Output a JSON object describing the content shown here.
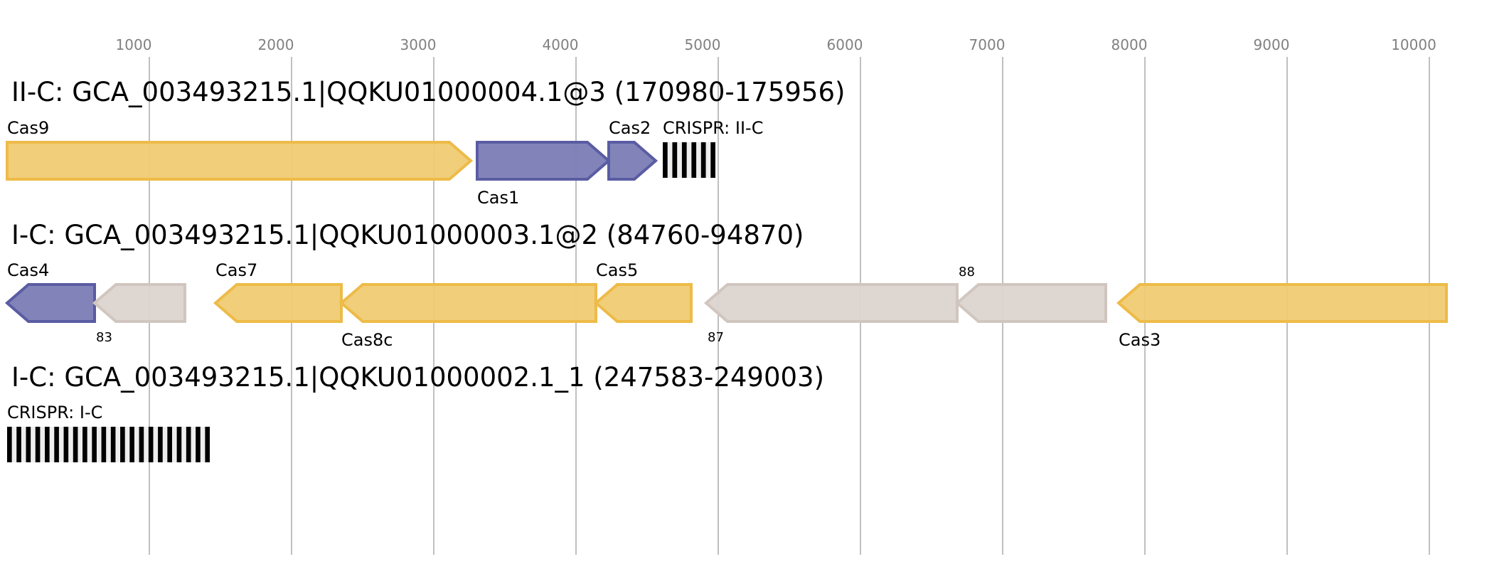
{
  "chart_data": {
    "type": "gene-map",
    "axis": {
      "ticks": [
        1000,
        2000,
        3000,
        4000,
        5000,
        6000,
        7000,
        8000,
        9000,
        10000
      ],
      "range_bp": [
        0,
        10500
      ],
      "grid": true
    },
    "colors": {
      "cas_yellow_fill": "#f0cb72",
      "cas_yellow_stroke": "#edbb48",
      "cas_purple_fill": "#7b7db5",
      "cas_purple_stroke": "#5a5ca3",
      "other_gray_fill": "#dcd4cf",
      "other_gray_stroke": "#d1c6bf",
      "crispr_bar": "#000000",
      "crispr_gap": "#eeeeee",
      "grid": "#c0c0c0",
      "tick_text": "#808080"
    },
    "loci": [
      {
        "title": "II-C: GCA_003493215.1|QQKU01000004.1@3 (170980-175956)",
        "features": [
          {
            "kind": "gene",
            "name": "Cas9",
            "start": 0,
            "end": 3260,
            "strand": "+",
            "color": "yellow",
            "label_pos": "above"
          },
          {
            "kind": "gene",
            "name": "Cas1",
            "start": 3305,
            "end": 4230,
            "strand": "+",
            "color": "purple",
            "label_pos": "below"
          },
          {
            "kind": "gene",
            "name": "Cas2",
            "start": 4230,
            "end": 4560,
            "strand": "+",
            "color": "purple",
            "label_pos": "above"
          },
          {
            "kind": "crispr",
            "name": "CRISPR: II-C",
            "start": 4610,
            "end": 4980,
            "repeats": 6,
            "label_pos": "above"
          }
        ]
      },
      {
        "title": "I-C: GCA_003493215.1|QQKU01000003.1@2 (84760-94870)",
        "features": [
          {
            "kind": "gene",
            "name": "Cas4",
            "start": 0,
            "end": 615,
            "strand": "-",
            "color": "purple",
            "label_pos": "above"
          },
          {
            "kind": "gene",
            "name": "83",
            "start": 615,
            "end": 1250,
            "strand": "-",
            "color": "gray",
            "label_pos": "below",
            "small": true
          },
          {
            "kind": "gene",
            "name": "Cas7",
            "start": 1465,
            "end": 2350,
            "strand": "-",
            "color": "yellow",
            "label_pos": "above"
          },
          {
            "kind": "gene",
            "name": "Cas8c",
            "start": 2350,
            "end": 4140,
            "strand": "-",
            "color": "yellow",
            "label_pos": "below"
          },
          {
            "kind": "gene",
            "name": "Cas5",
            "start": 4140,
            "end": 4810,
            "strand": "-",
            "color": "yellow",
            "label_pos": "above"
          },
          {
            "kind": "gene",
            "name": "87",
            "start": 4915,
            "end": 6680,
            "strand": "-",
            "color": "gray",
            "label_pos": "below",
            "small": true
          },
          {
            "kind": "gene",
            "name": "88",
            "start": 6680,
            "end": 7725,
            "strand": "-",
            "color": "gray",
            "label_pos": "above",
            "small": true
          },
          {
            "kind": "gene",
            "name": "Cas3",
            "start": 7815,
            "end": 10120,
            "strand": "-",
            "color": "yellow",
            "label_pos": "below"
          }
        ]
      },
      {
        "title": "I-C: GCA_003493215.1|QQKU01000002.1_1 (247583-249003)",
        "features": [
          {
            "kind": "crispr",
            "name": "CRISPR: I-C",
            "start": 0,
            "end": 1425,
            "repeats": 22,
            "label_pos": "above"
          }
        ]
      }
    ]
  }
}
